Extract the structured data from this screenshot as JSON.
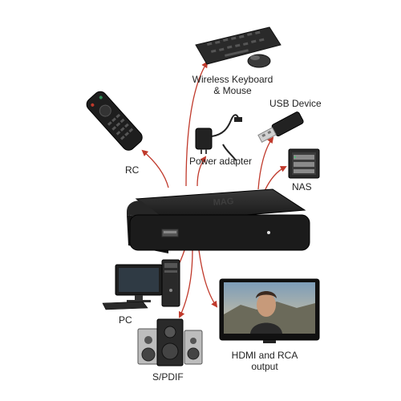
{
  "labels": {
    "keyboard": "Wireless Keyboard\n& Mouse",
    "usb": "USB Device",
    "rc": "RC",
    "power": "Power adapter",
    "nas": "NAS",
    "pc": "PC",
    "hdmi": "HDMI and RCA\noutput",
    "spdif": "S/PDIF"
  },
  "device": {
    "logo": "MAG"
  },
  "colors": {
    "arrow": "#c0392b",
    "device": "#1b1b1b",
    "text": "#222222"
  },
  "icons": {
    "keyboard": "keyboard-icon",
    "mouse": "mouse-icon",
    "remote": "remote-control-icon",
    "power": "power-adapter-icon",
    "usb": "usb-stick-icon",
    "nas": "nas-icon",
    "pc": "desktop-pc-icon",
    "tv": "tv-icon",
    "speakers": "speakers-icon"
  }
}
